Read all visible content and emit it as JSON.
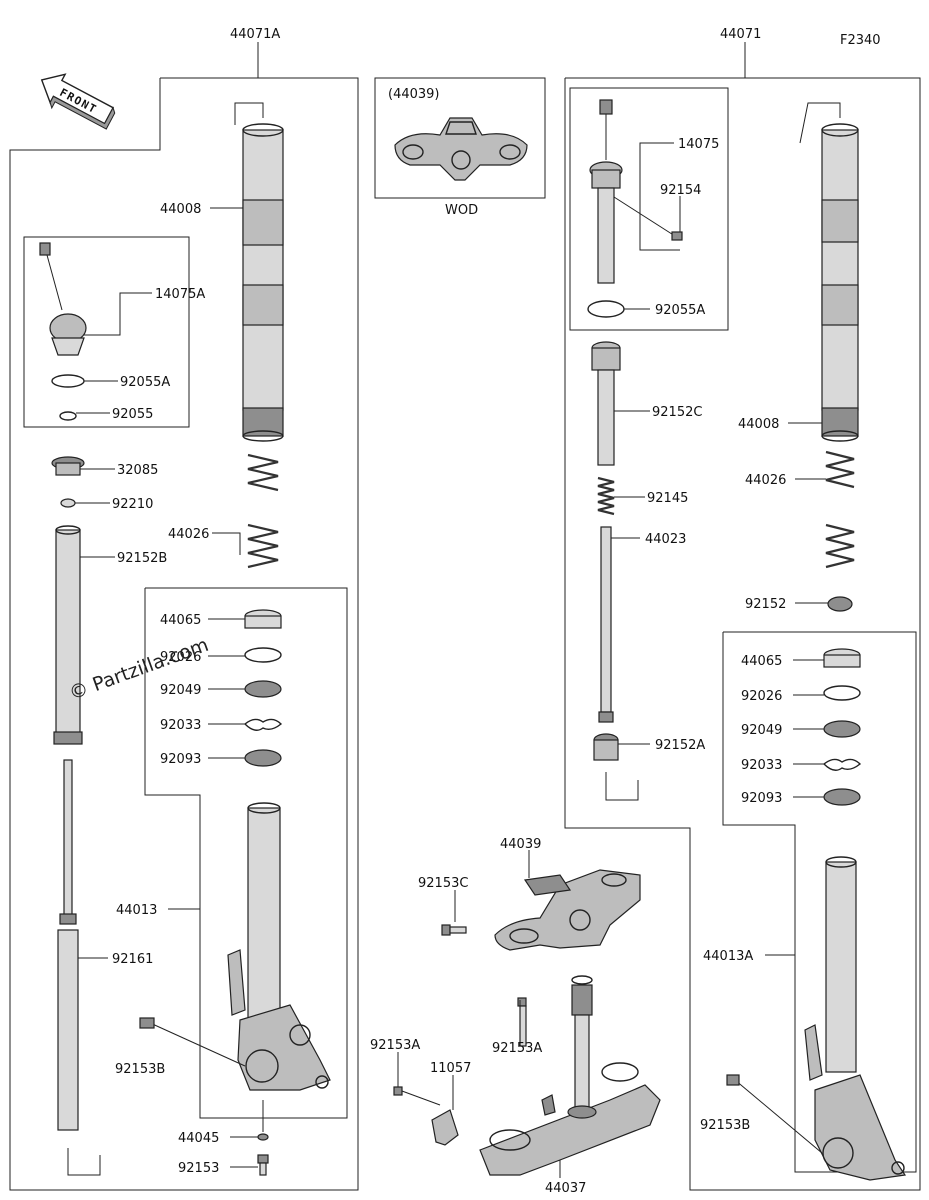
{
  "figure_code": "F2340",
  "watermark": "© Partzilla.com",
  "front_arrow_label": "FRONT",
  "inset": {
    "title": "(44039)",
    "caption": "WOD"
  },
  "assemblies": {
    "left": "44071A",
    "right": "44071"
  },
  "labels": {
    "l_44008": "44008",
    "l_14075A": "14075A",
    "l_92055A": "92055A",
    "l_92055": "92055",
    "l_32085": "32085",
    "l_92210": "92210",
    "l_92152B": "92152B",
    "l_44026": "44026",
    "l_44065": "44065",
    "l_92026": "92026",
    "l_92049": "92049",
    "l_92033": "92033",
    "l_92093": "92093",
    "l_44013": "44013",
    "l_92161": "92161",
    "l_92153B": "92153B",
    "l_44045": "44045",
    "l_92153": "92153",
    "m_44039": "44039",
    "m_92153C": "92153C",
    "m_92153A_1": "92153A",
    "m_92153A_2": "92153A",
    "m_11057": "11057",
    "m_44037": "44037",
    "r_14075": "14075",
    "r_92154": "92154",
    "r_92055A": "92055A",
    "r_92152C": "92152C",
    "r_92145": "92145",
    "r_44023": "44023",
    "r_92152A": "92152A",
    "r_44008": "44008",
    "r_44026": "44026",
    "r_92152": "92152",
    "r_44065": "44065",
    "r_92026": "92026",
    "r_92049": "92049",
    "r_92033": "92033",
    "r_92093": "92093",
    "r_44013A": "44013A",
    "r_92153B": "92153B"
  }
}
